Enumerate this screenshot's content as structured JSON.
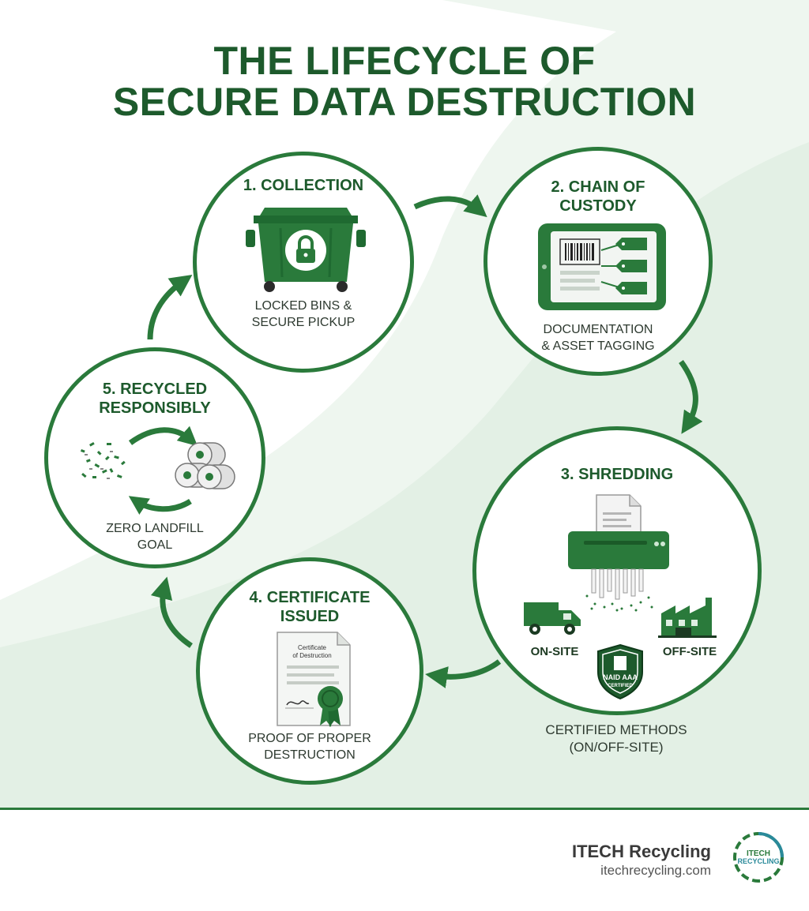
{
  "title_line1": "THE LIFECYCLE OF",
  "title_line2": "SECURE DATA DESTRUCTION",
  "colors": {
    "primary": "#2a7a3b",
    "dark": "#1d5a2c",
    "bg_tint": "#eaf4ec"
  },
  "stages": [
    {
      "title": "1. COLLECTION",
      "desc_line1": "LOCKED BINS &",
      "desc_line2": "SECURE PICKUP",
      "icon": "dumpster-lock-icon"
    },
    {
      "title_line1": "2. CHAIN OF",
      "title_line2": "CUSTODY",
      "desc_line1": "DOCUMENTATION",
      "desc_line2": "& ASSET TAGGING",
      "icon": "tablet-barcode-tags-icon"
    },
    {
      "title": "3. SHREDDING",
      "on_site": "ON-SITE",
      "off_site": "OFF-SITE",
      "badge_line1": "NAID AAA",
      "badge_line2": "CERTIFIED",
      "desc_line1": "CERTIFIED METHODS",
      "desc_line2": "(ON/OFF-SITE)",
      "icon": "shredder-icon"
    },
    {
      "title_line1": "4. CERTIFICATE",
      "title_line2": "ISSUED",
      "cert_line1": "Certificate",
      "cert_line2": "of Destruction",
      "desc_line1": "PROOF OF PROPER",
      "desc_line2": "DESTRUCTION",
      "icon": "certificate-icon"
    },
    {
      "title_line1": "5. RECYCLED",
      "title_line2": "RESPONSIBLY",
      "desc_line1": "ZERO LANDFILL",
      "desc_line2": "GOAL",
      "icon": "recycle-rolls-icon"
    }
  ],
  "footer": {
    "brand": "ITECH Recycling",
    "url": "itechrecycling.com",
    "logo_line1": "ITECH",
    "logo_line2": "RECYCLING"
  }
}
